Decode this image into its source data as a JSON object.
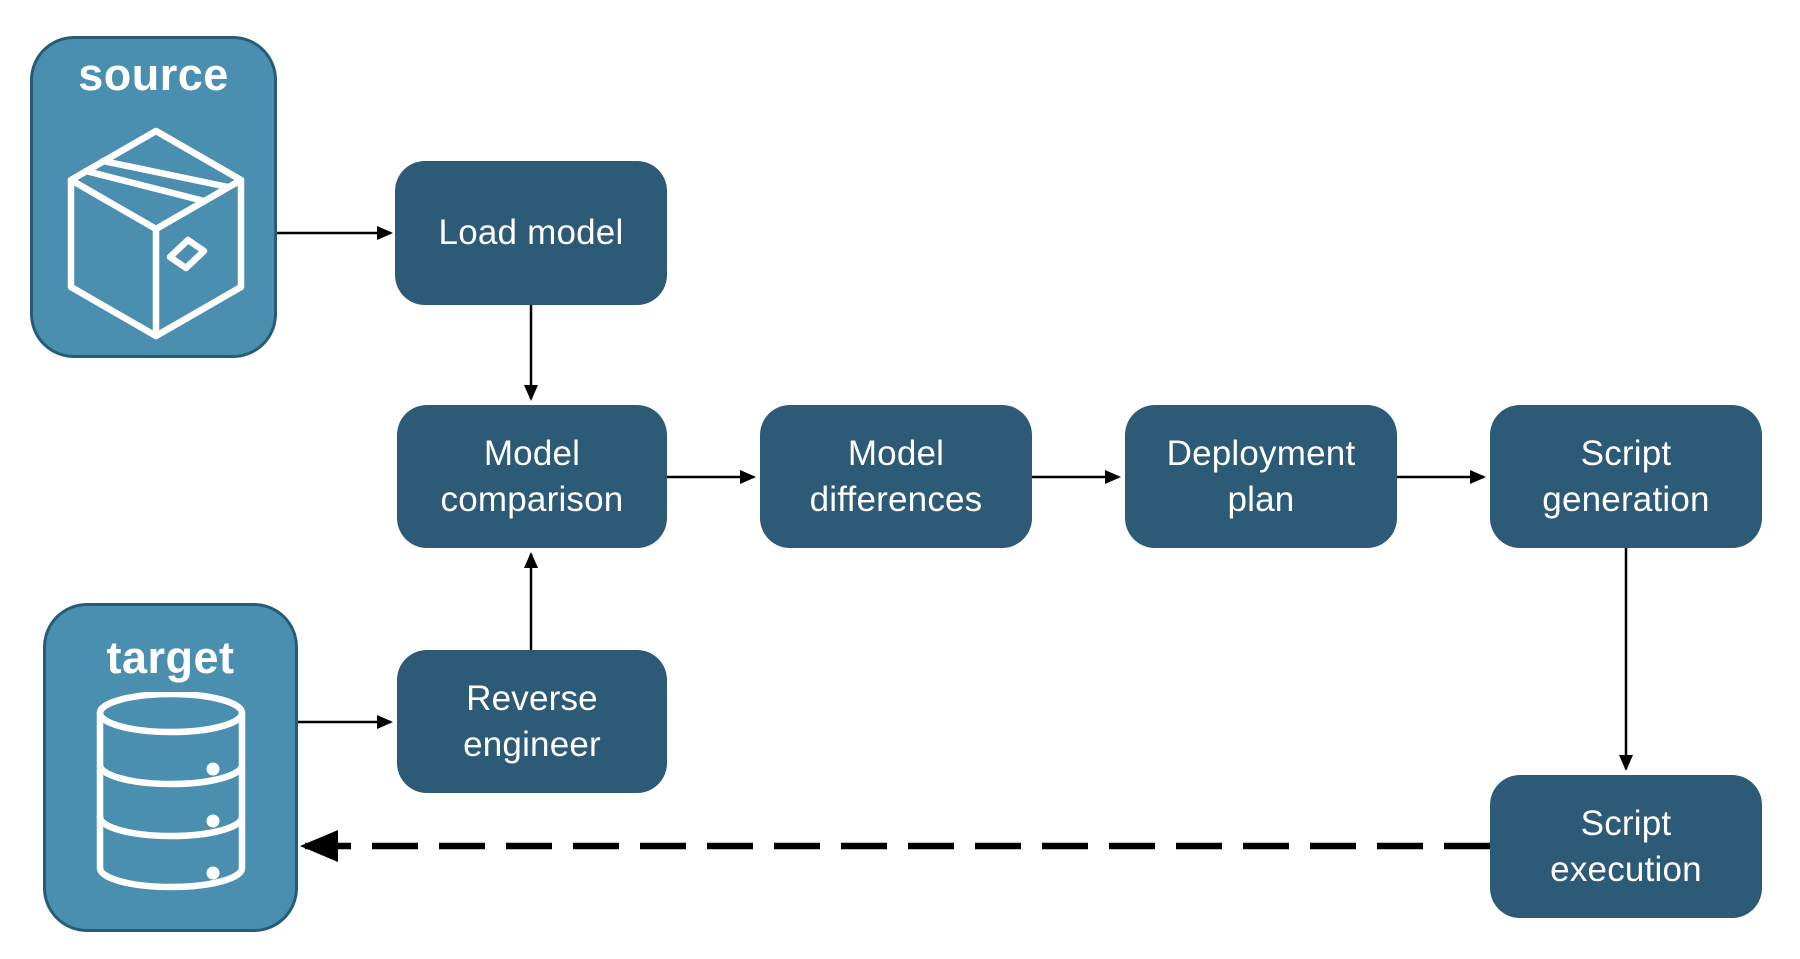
{
  "diagram": {
    "background": "#FFFFFF",
    "colors": {
      "process_fill": "#2D5A77",
      "endpoint_fill": "#4A8FB0",
      "endpoint_border": "#265C78",
      "arrow": "#000000",
      "text": "#FFFFFF"
    },
    "nodes": {
      "source": {
        "label": "source",
        "type": "endpoint",
        "icon": "package-icon"
      },
      "target": {
        "label": "target",
        "type": "endpoint",
        "icon": "database-icon"
      },
      "load_model": {
        "lines": [
          "Load model"
        ]
      },
      "model_comparison": {
        "lines": [
          "Model",
          "comparison"
        ]
      },
      "model_differences": {
        "lines": [
          "Model",
          "differences"
        ]
      },
      "deployment_plan": {
        "lines": [
          "Deployment",
          "plan"
        ]
      },
      "script_generation": {
        "lines": [
          "Script",
          "generation"
        ]
      },
      "reverse_engineer": {
        "lines": [
          "Reverse",
          "engineer"
        ]
      },
      "script_execution": {
        "lines": [
          "Script",
          "execution"
        ]
      }
    },
    "edges": [
      {
        "from": "source",
        "to": "load_model",
        "style": "solid"
      },
      {
        "from": "load_model",
        "to": "model_comparison",
        "style": "solid"
      },
      {
        "from": "model_comparison",
        "to": "model_differences",
        "style": "solid"
      },
      {
        "from": "model_differences",
        "to": "deployment_plan",
        "style": "solid"
      },
      {
        "from": "deployment_plan",
        "to": "script_generation",
        "style": "solid"
      },
      {
        "from": "script_generation",
        "to": "script_execution",
        "style": "solid"
      },
      {
        "from": "target",
        "to": "reverse_engineer",
        "style": "solid"
      },
      {
        "from": "reverse_engineer",
        "to": "model_comparison",
        "style": "solid"
      },
      {
        "from": "script_execution",
        "to": "target",
        "style": "dashed"
      }
    ]
  }
}
